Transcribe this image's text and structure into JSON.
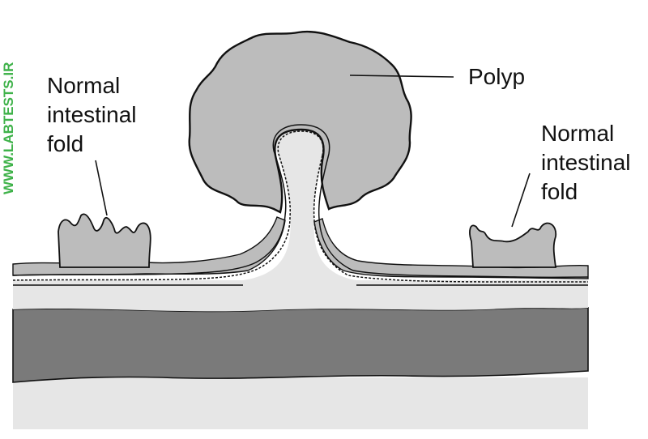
{
  "watermark": "WWW.LABTESTS.IR",
  "labels": {
    "left_fold": [
      "Normal",
      "intestinal",
      "fold"
    ],
    "right_fold": [
      "Normal",
      "intestinal",
      "fold"
    ],
    "polyp": "Polyp"
  },
  "colors": {
    "polyp_gray": "#bcbcbc",
    "lumen_light": "#e6e6e6",
    "muscle_dark": "#7a7a7a",
    "outline": "#111111",
    "watermark_green": "#3fb24a"
  }
}
